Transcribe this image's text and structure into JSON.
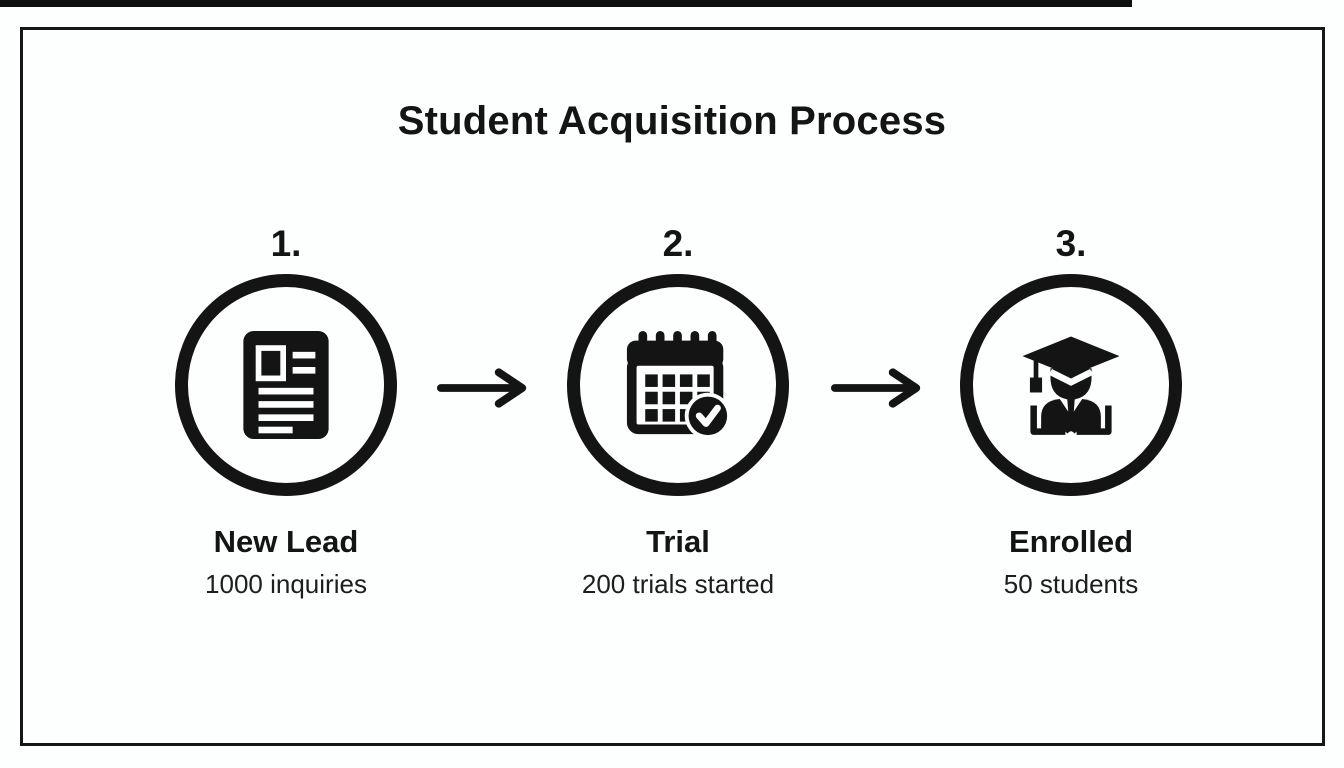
{
  "diagram": {
    "title": "Student Acquisition Process",
    "steps": [
      {
        "number": "1.",
        "title": "New Lead",
        "subtitle": "1000 inquiries",
        "icon": "document-icon"
      },
      {
        "number": "2.",
        "title": "Trial",
        "subtitle": "200 trials started",
        "icon": "calendar-check-icon"
      },
      {
        "number": "3.",
        "title": "Enrolled",
        "subtitle": "50 students",
        "icon": "graduate-student-icon"
      }
    ],
    "arrow_count": 2,
    "colors": {
      "ink": "#141414",
      "background": "#fdfefe",
      "frame_border": "#161616"
    }
  }
}
